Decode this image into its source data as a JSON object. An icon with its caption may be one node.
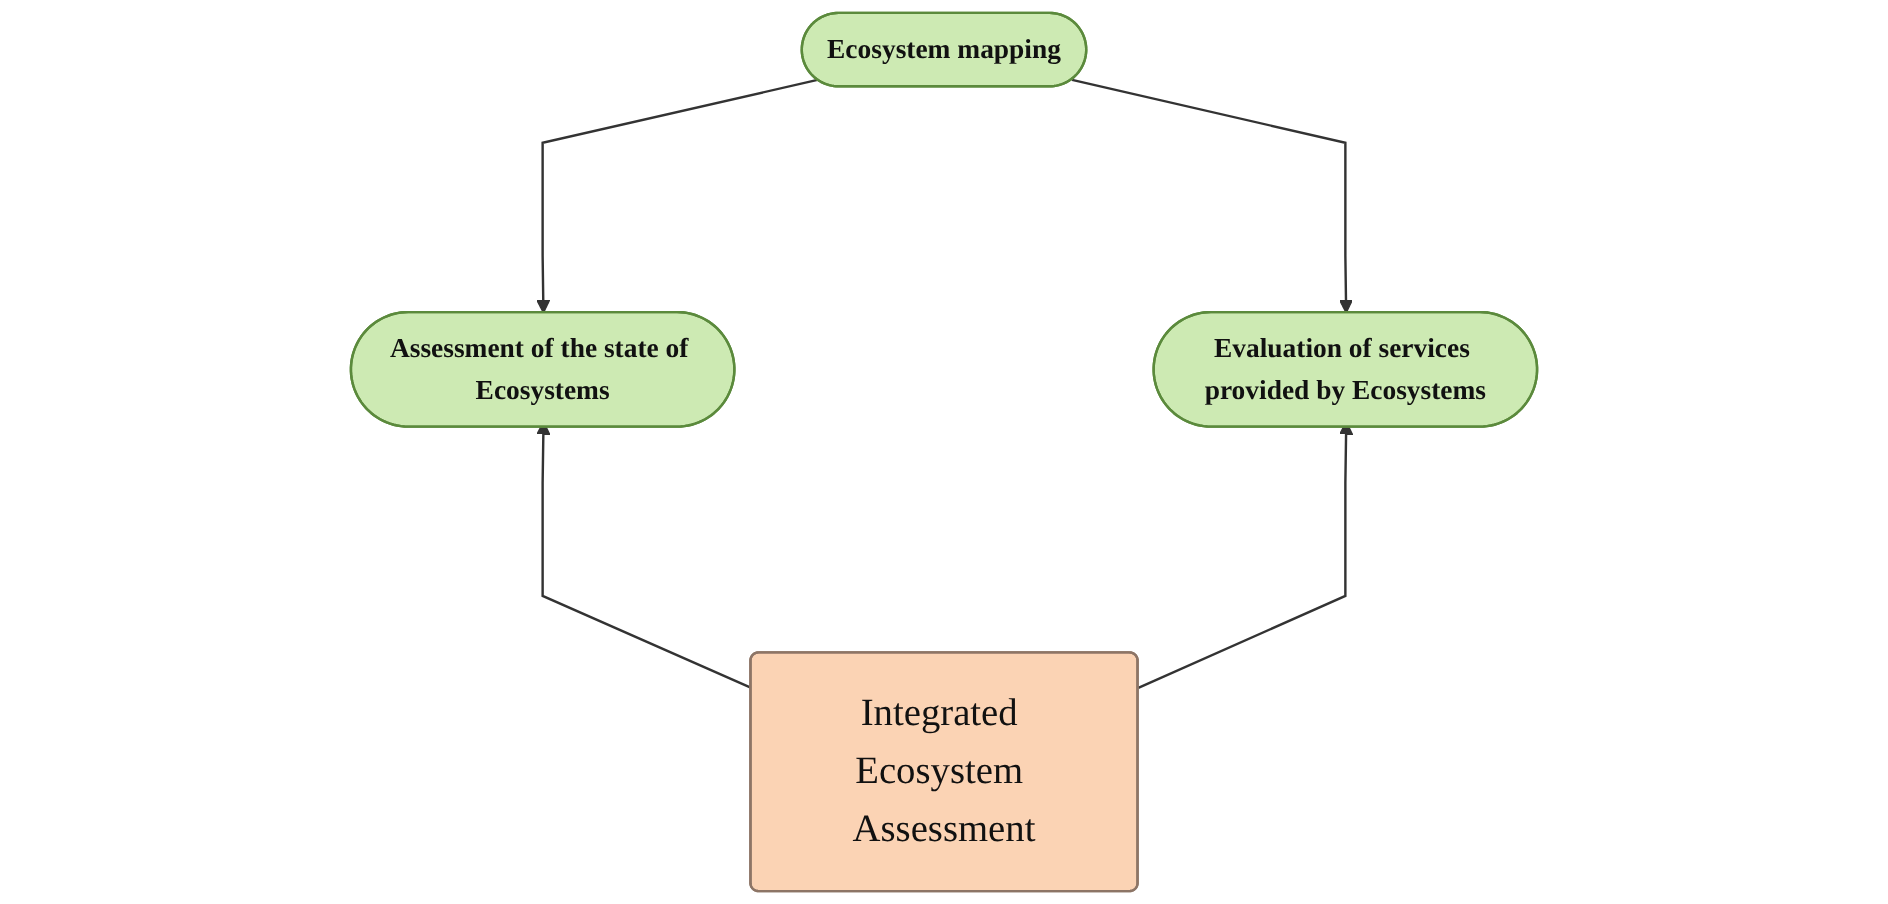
{
  "diagram": {
    "nodes": [
      {
        "text": [
          "Ecosystem mapping"
        ]
      },
      {
        "text": [
          "Assessment of the state of Ecosystems"
        ]
      },
      {
        "text": [
          "Evaluation of services provided by Ecosystems"
        ]
      },
      {
        "text": [
          "Integrated Ecosystem Assessment"
        ]
      }
    ],
    "edges": [
      {
        "from": 0,
        "to": 1,
        "arrow": "to"
      },
      {
        "from": 0,
        "to": 2,
        "arrow": "to"
      },
      {
        "from": 3,
        "to": 1,
        "arrow": "to"
      },
      {
        "from": 3,
        "to": 2,
        "arrow": "to"
      }
    ]
  }
}
